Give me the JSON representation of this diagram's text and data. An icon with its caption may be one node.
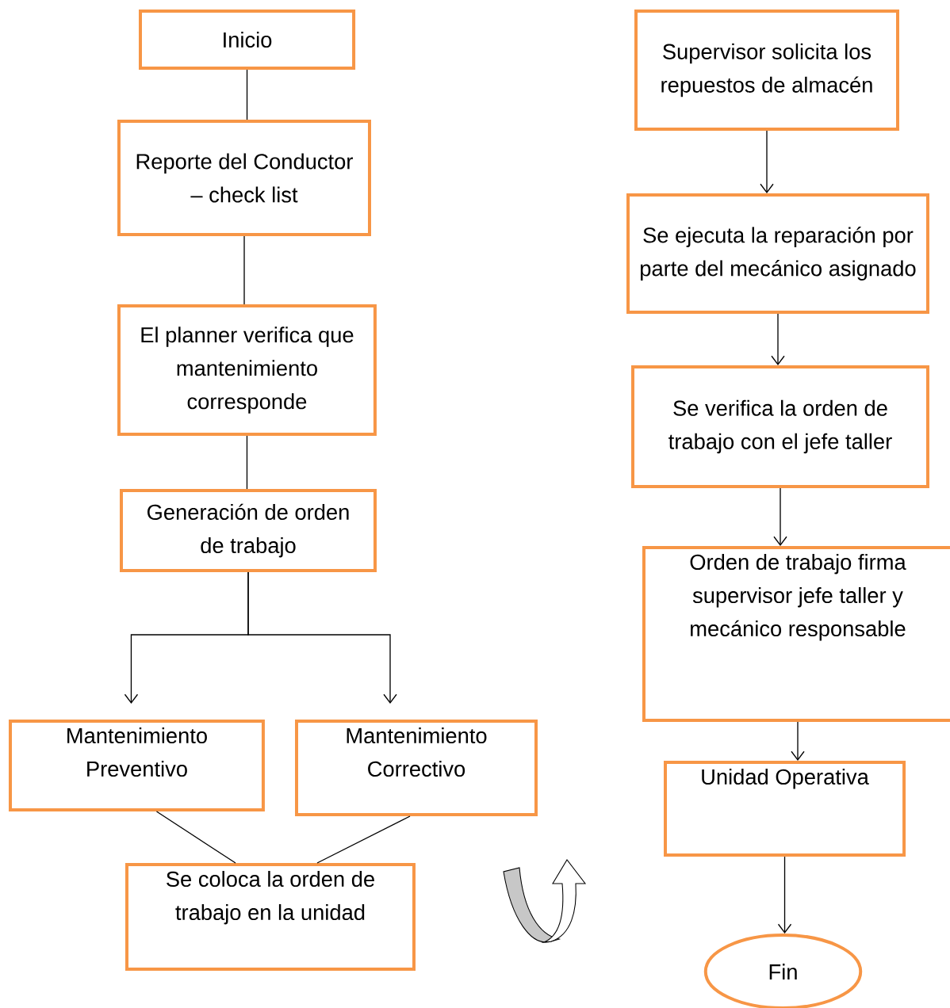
{
  "diagram": {
    "nodes": [
      {
        "text": [
          "Inicio"
        ]
      },
      {
        "text": [
          "Reporte del Conductor – check list"
        ]
      },
      {
        "text": [
          "El planner verifica que mantenimiento corresponde"
        ]
      },
      {
        "text": [
          "Generación de orden de trabajo"
        ]
      },
      {
        "text": [
          "Mantenimiento Preventivo"
        ]
      },
      {
        "text": [
          "Mantenimiento Correctivo"
        ]
      },
      {
        "text": [
          "Se coloca la orden de trabajo en la unidad"
        ]
      },
      {
        "text": [
          "Supervisor solicita los repuestos de almacén"
        ]
      },
      {
        "text": [
          "Se ejecuta la reparación por parte del mecánico asignado"
        ]
      },
      {
        "text": [
          "Se verifica la orden de trabajo con el jefe taller"
        ]
      },
      {
        "text": [
          "Orden de trabajo firma supervisor jefe taller y mecánico responsable"
        ]
      },
      {
        "text": [
          "Unidad Operativa"
        ]
      },
      {
        "text": [
          "Fin"
        ]
      }
    ],
    "edges": [
      {
        "from": 0,
        "to": 1,
        "arrow": "none"
      },
      {
        "from": 1,
        "to": 2,
        "arrow": "none"
      },
      {
        "from": 2,
        "to": 3,
        "arrow": "none"
      },
      {
        "from": 3,
        "to": 4,
        "arrow": "to"
      },
      {
        "from": 3,
        "to": 5,
        "arrow": "to"
      },
      {
        "from": 4,
        "to": 6,
        "arrow": "none"
      },
      {
        "from": 5,
        "to": 6,
        "arrow": "none"
      },
      {
        "from": 7,
        "to": 8,
        "arrow": "to"
      },
      {
        "from": 8,
        "to": 9,
        "arrow": "to"
      },
      {
        "from": 9,
        "to": 10,
        "arrow": "to"
      },
      {
        "from": 10,
        "to": 11,
        "arrow": "to"
      },
      {
        "from": 11,
        "to": 12,
        "arrow": "to"
      }
    ]
  }
}
